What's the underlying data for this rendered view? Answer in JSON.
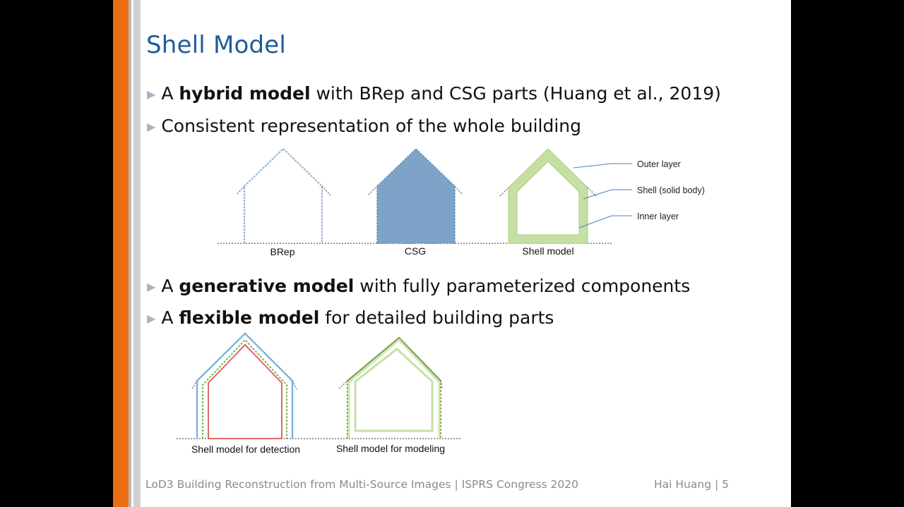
{
  "title": "Shell Model",
  "bullets": [
    {
      "pre": "A ",
      "bold": "hybrid model",
      "post": " with BRep and CSG parts (Huang et al., 2019)"
    },
    {
      "pre": "Consistent representation of the whole building",
      "bold": "",
      "post": ""
    },
    {
      "pre": "A ",
      "bold": "generative model",
      "post": " with fully parameterized components"
    },
    {
      "pre": "A ",
      "bold": "flexible model",
      "post": " for detailed building parts"
    }
  ],
  "figure1": {
    "captions": [
      "BRep",
      "CSG",
      "Shell model"
    ],
    "labels": [
      "Outer layer",
      "Shell (solid body)",
      "Inner layer"
    ]
  },
  "figure2": {
    "captions": [
      "Shell model for detection",
      "Shell model for modeling"
    ]
  },
  "footer": {
    "left": "LoD3 Building Reconstruction from Multi-Source Images | ISPRS Congress 2020",
    "right": "Hai Huang | 5"
  },
  "colors": {
    "accent": "#ea6f13",
    "title": "#1f5c99",
    "csg_fill": "#7ea3c8",
    "shell_green": "#c6e0a4",
    "detect_blue": "#82b4db",
    "detect_red": "#e06a6a"
  }
}
